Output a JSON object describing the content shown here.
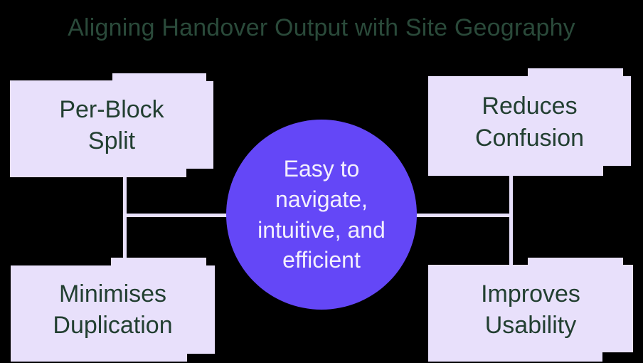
{
  "title": "Aligning Handover Output with Site Geography",
  "center": {
    "lines": [
      "Easy to",
      "navigate,",
      "intuitive, and",
      "efficient"
    ]
  },
  "boxes": [
    {
      "id": "per-block-split",
      "position": "top-left",
      "lines": [
        "Per-Block",
        "Split"
      ]
    },
    {
      "id": "reduces-confusion",
      "position": "top-right",
      "lines": [
        "Reduces",
        "Confusion"
      ]
    },
    {
      "id": "minimises-duplication",
      "position": "bottom-left",
      "lines": [
        "Minimises",
        "Duplication"
      ]
    },
    {
      "id": "improves-usability",
      "position": "bottom-right",
      "lines": [
        "Improves",
        "Usability"
      ]
    }
  ],
  "colors": {
    "background": "#000000",
    "box_fill": "#e8e0fb",
    "circle_fill": "#6447f7",
    "title_text": "#2a4a3a",
    "box_text": "#223f31",
    "circle_text": "#f3effd",
    "connector": "#e8e0fb"
  }
}
